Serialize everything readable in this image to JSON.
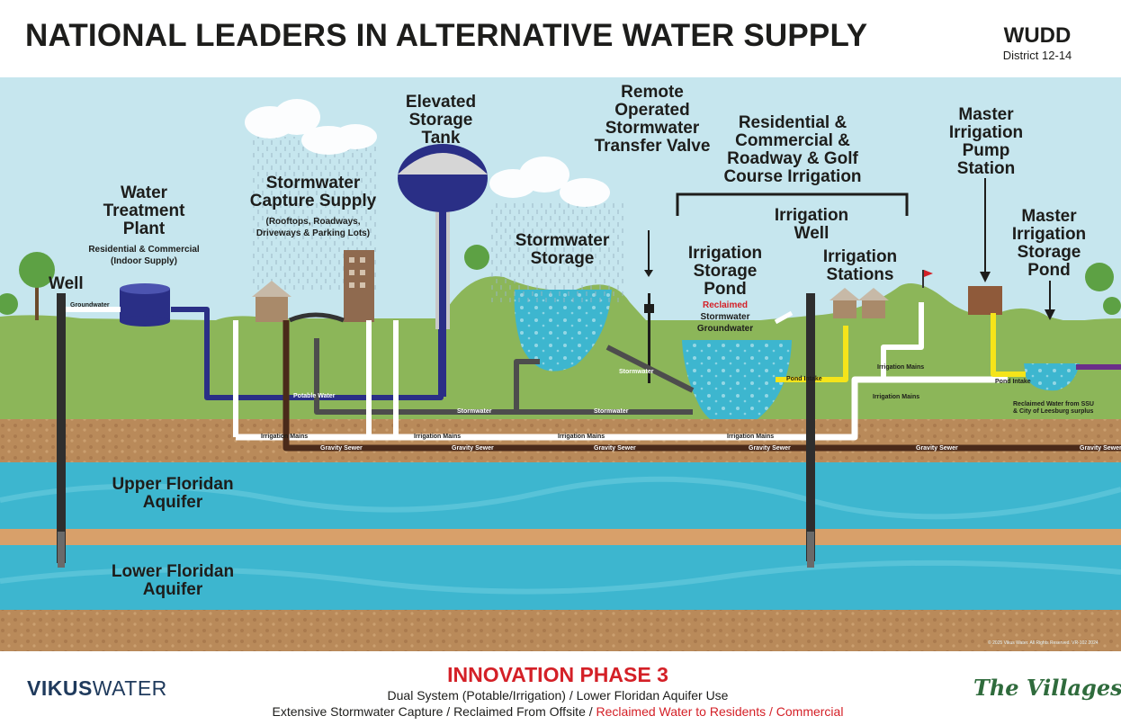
{
  "header": {
    "title": "NATIONAL LEADERS IN ALTERNATIVE WATER SUPPLY",
    "org": "WUDD",
    "district": "District 12-14"
  },
  "labels": {
    "well": "Well",
    "water_treatment_plant": [
      "Water",
      "Treatment",
      "Plant"
    ],
    "wtp_sub": [
      "Residential & Commercial",
      "(Indoor Supply)"
    ],
    "stormwater_capture": [
      "Stormwater",
      "Capture Supply"
    ],
    "stormwater_capture_sub": [
      "(Rooftops, Roadways,",
      "Driveways & Parking Lots)"
    ],
    "elevated_tank": [
      "Elevated",
      "Storage",
      "Tank"
    ],
    "stormwater_storage": [
      "Stormwater",
      "Storage"
    ],
    "remote_valve": [
      "Remote",
      "Operated",
      "Stormwater",
      "Transfer Valve"
    ],
    "irrigation_uses": [
      "Residential &",
      "Commercial &",
      "Roadway & Golf",
      "Course Irrigation"
    ],
    "irrigation_well": [
      "Irrigation",
      "Well"
    ],
    "irrigation_storage_pond": [
      "Irrigation",
      "Storage",
      "Pond"
    ],
    "pond_sources": [
      "Reclaimed",
      "Stormwater",
      "Groundwater"
    ],
    "irrigation_stations": [
      "Irrigation",
      "Stations"
    ],
    "master_pump_station": [
      "Master",
      "Irrigation",
      "Pump",
      "Station"
    ],
    "master_storage_pond": [
      "Master",
      "Irrigation",
      "Storage",
      "Pond"
    ],
    "upper_aquifer": [
      "Upper Floridan",
      "Aquifer"
    ],
    "lower_aquifer": [
      "Lower Floridan",
      "Aquifer"
    ]
  },
  "pipe_labels": {
    "groundwater": "Groundwater",
    "potable_water": "Potable Water",
    "stormwater": "Stormwater",
    "irrigation_mains": "Irrigation Mains",
    "gravity_sewer": "Gravity Sewer",
    "pond_intake": "Pond Intake",
    "reclaimed_offsite": [
      "Reclaimed Water from SSU",
      "& City of Leesburg surplus"
    ]
  },
  "colors": {
    "sky": "#c6e6ee",
    "ground": "#8cb659",
    "soil": "#b98a5a",
    "aquifer": "#3db6cf",
    "potable": "#2a2f86",
    "stormwater": "#4d4d4d",
    "irrigation": "#ffffff",
    "sewer": "#4a2a1a",
    "pond_intake": "#f5e41a",
    "reclaimed": "#6b2f8a",
    "accent_red": "#d42027"
  },
  "footer": {
    "brand_left": "VIKUS",
    "brand_right": "WATER",
    "phase": "INNOVATION PHASE 3",
    "line1": "Dual System (Potable/Irrigation)  /  Lower Floridan Aquifer Use",
    "line2_a": "Extensive Stormwater Capture  /  Reclaimed From Offsite  /  ",
    "line2_b": "Reclaimed Water to Residents / Commercial",
    "partner": "The Villages",
    "copyright": "© 2025 Vikus Water. All Rights Reserved. VR-102 2024"
  }
}
